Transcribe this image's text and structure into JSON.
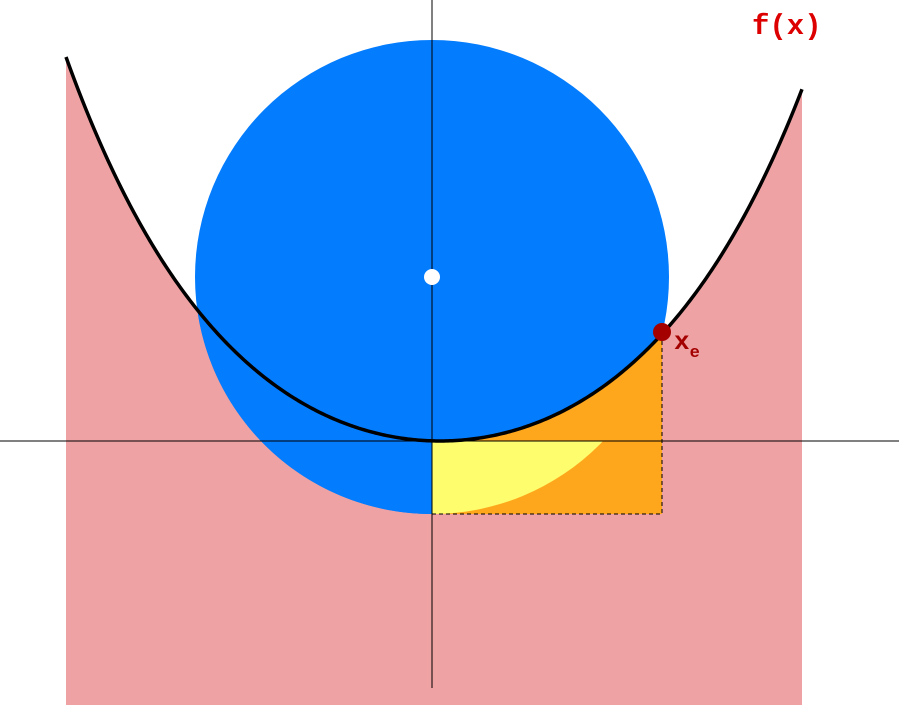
{
  "labels": {
    "function": "f(x)",
    "point_main": "x",
    "point_sub": "e"
  },
  "colors": {
    "background": "#ffffff",
    "region_fill": "#eea2a4",
    "circle": "#037cfe",
    "yellow_region": "#fdfd6d",
    "orange_region": "#fea61c",
    "curve": "#000000",
    "axes": "#000000",
    "point": "#a40000",
    "label": "#dd0000",
    "center_dot": "#ffffff"
  }
}
